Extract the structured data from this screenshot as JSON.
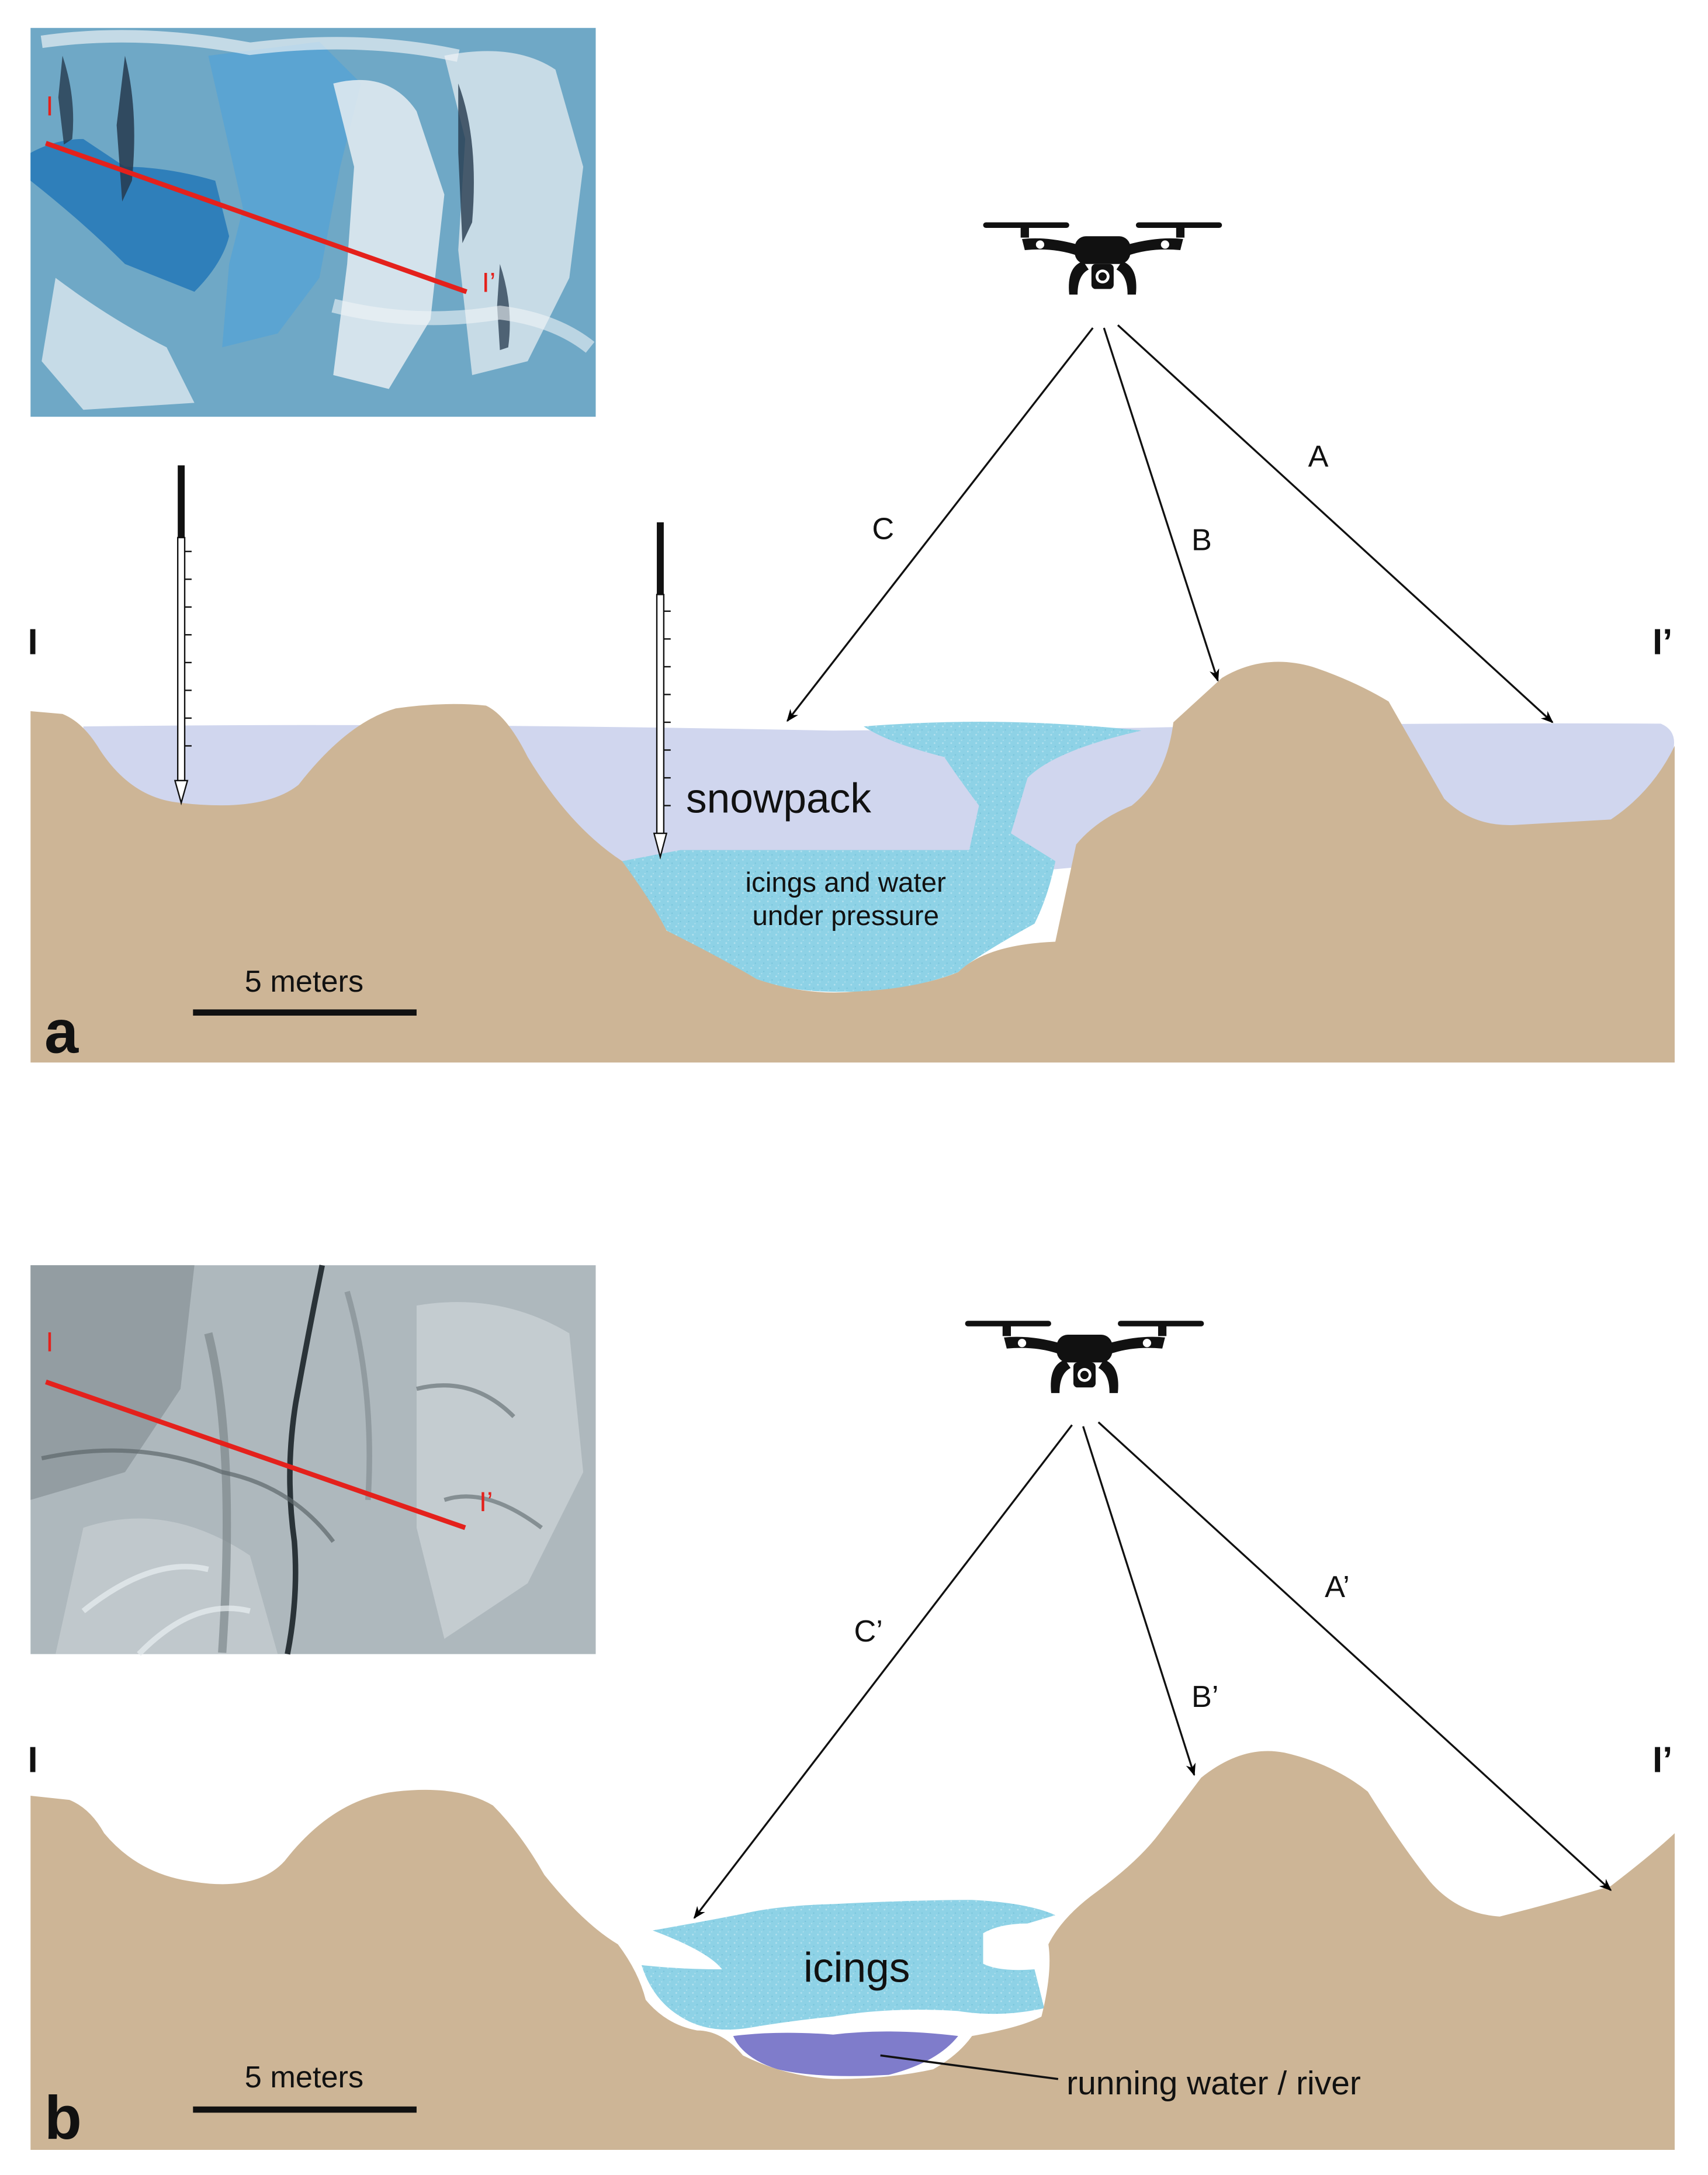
{
  "colors": {
    "ground": "#cdb596",
    "snow": "#d0d6ee",
    "ice": "#8ed2e6",
    "water": "#7f7ccb",
    "line": "#000000",
    "section_line": "#e4211c"
  },
  "panels": [
    {
      "id": "a",
      "letter": "a",
      "section_start": "I",
      "section_end": "I’",
      "inset": {
        "kind": "aerial photograph, winter (blue-tinted)",
        "start_label": "I",
        "end_label": "I’"
      },
      "arrows": [
        "A",
        "B",
        "C"
      ],
      "labels": {
        "snow": "snowpack",
        "ice": "icings and water\nunder pressure"
      },
      "scale_bar": "5 meters",
      "icons": [
        "drone-icon",
        "snow-probe-icon"
      ]
    },
    {
      "id": "b",
      "letter": "b",
      "section_start": "I",
      "section_end": "I’",
      "inset": {
        "kind": "aerial photograph, grayscale",
        "start_label": "I",
        "end_label": "I’"
      },
      "arrows": [
        "A’",
        "B’",
        "C’"
      ],
      "labels": {
        "ice": "icings",
        "water": "running water / river"
      },
      "scale_bar": "5 meters",
      "icons": [
        "drone-icon"
      ]
    }
  ]
}
